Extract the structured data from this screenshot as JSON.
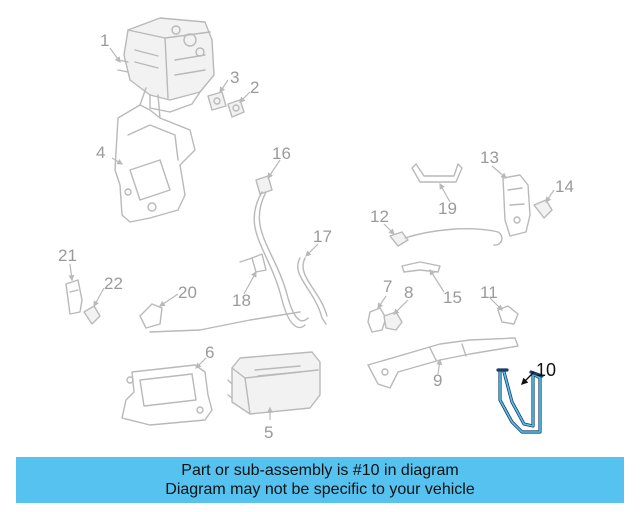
{
  "diagram": {
    "callouts": [
      "1",
      "2",
      "3",
      "4",
      "5",
      "6",
      "7",
      "8",
      "9",
      "10",
      "11",
      "12",
      "13",
      "14",
      "15",
      "16",
      "17",
      "18",
      "19",
      "20",
      "21",
      "22"
    ],
    "highlighted_part": "10"
  },
  "banner": {
    "line1": "Part or sub-assembly is #10 in diagram",
    "line2": "Diagram may not be specific to your vehicle",
    "background": "#55c2ef"
  },
  "colors": {
    "highlight_stroke": "#1a3e66",
    "highlight_fill": "#57c3ec",
    "part_lines": "#b9b9b9"
  }
}
